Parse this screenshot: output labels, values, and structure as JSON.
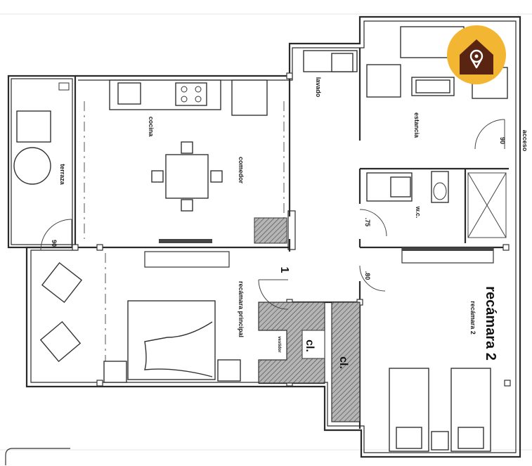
{
  "rooms": {
    "terraza": "terraza",
    "cocina": "cocina",
    "comedor": "comedor",
    "lavado": "lavado",
    "estancia": "estancia",
    "acceso": "acceso",
    "wc": "w.c.",
    "recamara_principal": "recámara principal",
    "recamara2_big": "recámara 2",
    "recamara2_small": "recámara 2",
    "vestidor": "vestidor",
    "closet1": "cl.",
    "closet2": "cl."
  },
  "doors": {
    "d90_terraza": "90",
    "d90_acceso": "90",
    "d75": ".75",
    "d80": ".80",
    "d1": "1"
  },
  "colors": {
    "badge_bg": "#f2b632",
    "badge_house": "#5a2413",
    "closet_fill": "#9a9a9a",
    "wall": "#2a2a2a"
  },
  "icons": {
    "badge": "house-location-pin-icon"
  }
}
